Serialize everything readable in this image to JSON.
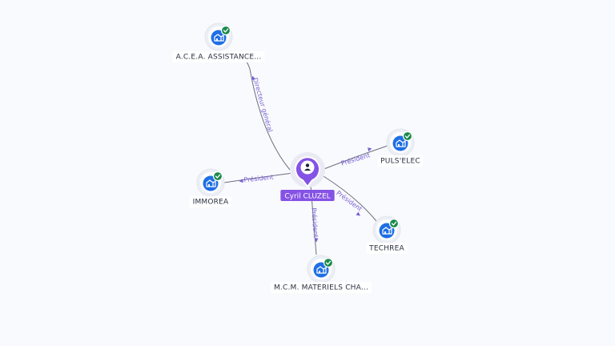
{
  "center": {
    "name": "Cyril CLUZEL",
    "icon": "person-icon",
    "color": "#8552e6"
  },
  "companies": [
    {
      "id": "acea",
      "name": "A.C.E.A. ASSISTANCE...",
      "relation": "Directeur général",
      "icon": "company-building-icon",
      "verified": true
    },
    {
      "id": "pulselec",
      "name": "PULS'ELEC",
      "relation": "Président",
      "icon": "company-building-icon",
      "verified": true
    },
    {
      "id": "immorea",
      "name": "IMMOREA",
      "relation": "Président",
      "icon": "company-building-icon",
      "verified": true
    },
    {
      "id": "techrea",
      "name": "TECHREA",
      "relation": "Président",
      "icon": "company-building-icon",
      "verified": true
    },
    {
      "id": "mcm",
      "name": "M.C.M. MATERIELS CHA...",
      "relation": "Président",
      "icon": "company-building-icon",
      "verified": true
    }
  ],
  "colors": {
    "company_badge": "#1f6fe5",
    "verified_badge": "#1a8a4a",
    "edge_label": "#7a5fd6",
    "background": "#f9fafd"
  }
}
